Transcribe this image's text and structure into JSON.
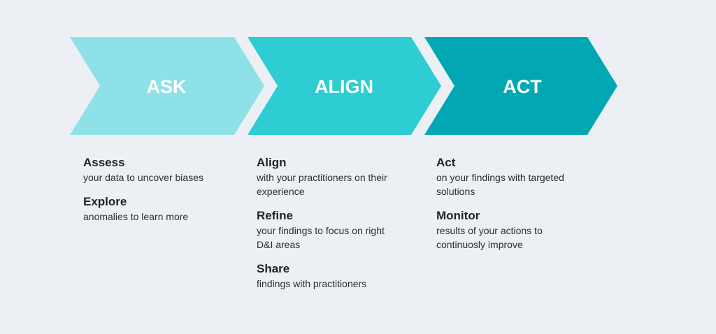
{
  "stages": [
    {
      "label": "ASK",
      "color": "#8ee1e6",
      "items": [
        {
          "title": "Assess",
          "desc": "your data to uncover biases"
        },
        {
          "title": "Explore",
          "desc": "anomalies to learn more"
        }
      ]
    },
    {
      "label": "ALIGN",
      "color": "#2ecdd3",
      "items": [
        {
          "title": "Align",
          "desc": "with your practitioners on their experience"
        },
        {
          "title": "Refine",
          "desc": "your findings to focus on right D&I areas"
        },
        {
          "title": "Share",
          "desc": "findings with practitioners"
        }
      ]
    },
    {
      "label": "ACT",
      "color": "#01a8b4",
      "items": [
        {
          "title": "Act",
          "desc": "on your findings with targeted solutions"
        },
        {
          "title": "Monitor",
          "desc": "results of your actions to continuosly improve"
        }
      ]
    }
  ]
}
